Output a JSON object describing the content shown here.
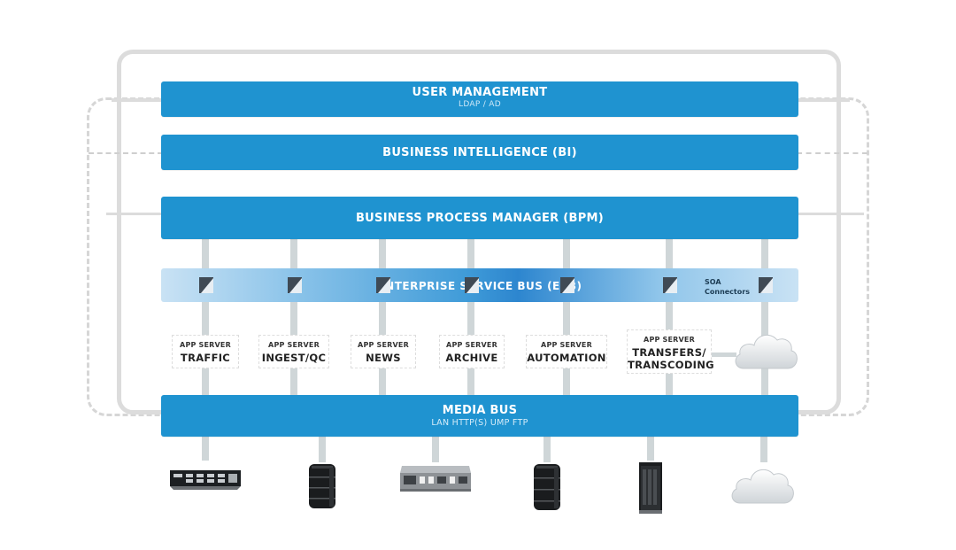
{
  "user_management": {
    "title": "USER MANAGEMENT",
    "subtitle": "LDAP /  AD"
  },
  "business_intelligence": {
    "title": "BUSINESS INTELLIGENCE (BI)"
  },
  "bpm": {
    "title": "BUSINESS PROCESS MANAGER (BPM)"
  },
  "esb": {
    "title": "ENTERPRISE SERVICE BUS (ESB)",
    "soa_line1": "SOA",
    "soa_line2": "Connectors"
  },
  "app_servers": [
    {
      "label": "APP SERVER",
      "name": "TRAFFIC"
    },
    {
      "label": "APP SERVER",
      "name": "INGEST/QC"
    },
    {
      "label": "APP SERVER",
      "name": "NEWS"
    },
    {
      "label": "APP SERVER",
      "name": "ARCHIVE"
    },
    {
      "label": "APP SERVER",
      "name": "AUTOMATION"
    },
    {
      "label": "APP SERVER",
      "name_line1": "TRANSFERS/",
      "name_line2": "TRANSCODING"
    }
  ],
  "media_bus": {
    "title": "MEDIA BUS",
    "subtitle": "LAN   HTTP(S)   UMP   FTP"
  },
  "devices": [
    "router-device",
    "storage-tower",
    "broadcast-server",
    "storage-tower",
    "server-rack",
    "cloud"
  ],
  "colors": {
    "bar_blue": "#1f93d0",
    "frame_gray": "#dcdcdc",
    "connector_gray": "#cfd6d8"
  }
}
